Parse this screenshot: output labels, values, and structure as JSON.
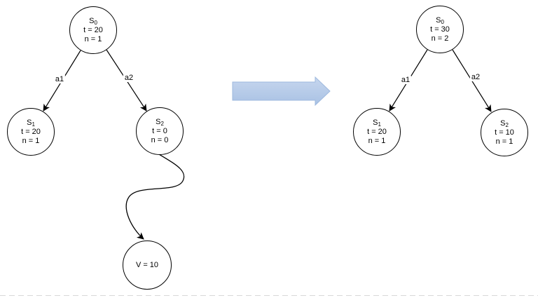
{
  "before": {
    "root": {
      "name": "S",
      "sub": "0",
      "t": "t = 20",
      "n": "n = 1"
    },
    "s1": {
      "name": "S",
      "sub": "1",
      "t": "t = 20",
      "n": "n = 1"
    },
    "s2": {
      "name": "S",
      "sub": "2",
      "t": "t = 0",
      "n": "n = 0"
    },
    "leaf": "V = 10",
    "edges": {
      "a1": "a1",
      "a2": "a2"
    }
  },
  "after": {
    "root": {
      "name": "S",
      "sub": "0",
      "t": "t = 30",
      "n": "n = 2"
    },
    "s1": {
      "name": "S",
      "sub": "1",
      "t": "t = 20",
      "n": "n = 1"
    },
    "s2": {
      "name": "S",
      "sub": "2",
      "t": "t = 10",
      "n": "n = 1"
    },
    "edges": {
      "a1": "a1",
      "a2": "a2"
    }
  },
  "transition_arrow": {
    "fill_top": "#c6d6ee",
    "fill_bottom": "#a9c2e4",
    "stroke": "#9db8de"
  },
  "line_color": "#000000",
  "page_break_color": "#d8d8d8"
}
